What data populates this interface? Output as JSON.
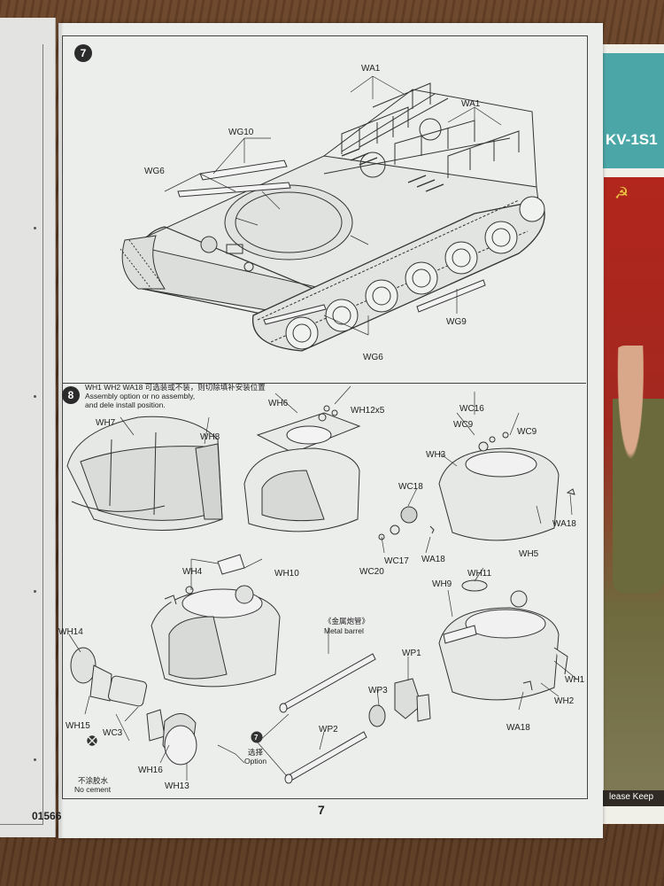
{
  "page": {
    "page_number": "7",
    "product_code": "01566"
  },
  "step7": {
    "number": "7",
    "labels": {
      "wa1_top": "WA1",
      "wa1_right": "WA1",
      "wg10": "WG10",
      "wg6_left": "WG6",
      "wg6_bottom": "WG6",
      "wg9": "WG9"
    }
  },
  "step8": {
    "number": "8",
    "note_cn": "WH1 WH2 WA18 可选装或不装，则切除填补安装位置",
    "note_en_1": "Assembly option or no assembly,",
    "note_en_2": "and dele install position.",
    "labels": {
      "wh7": "WH7",
      "wh8": "WH8",
      "wh6": "WH6",
      "wh12x5": "WH12x5",
      "wc16": "WC16",
      "wc9_a": "WC9",
      "wc9_b": "WC9",
      "wh3": "WH3",
      "wc18": "WC18",
      "wa18_a": "WA18",
      "wa18_b": "WA18",
      "wh5": "WH5",
      "wc17": "WC17",
      "wc20": "WC20",
      "wh4": "WH4",
      "wh10": "WH10",
      "wh14": "WH14",
      "wh15": "WH15",
      "wc3": "WC3",
      "wh16": "WH16",
      "wh13": "WH13",
      "metal_barrel_cn": "《金属炮管》",
      "metal_barrel_en": "Metal barrel",
      "wp2": "WP2",
      "option_cn": "选择",
      "option_en": "Option",
      "option_num": "7",
      "no_cement_cn": "不涂胶水",
      "no_cement_en": "No cement",
      "wh11": "WH11",
      "wh9": "WH9",
      "wp1": "WP1",
      "wp3": "WP3",
      "wh1": "WH1",
      "wh2": "WH2",
      "wa18_c": "WA18"
    }
  },
  "right_sheet": {
    "title_fragment": "KV-1S1",
    "footer_fragment": "lease Keep"
  },
  "colors": {
    "paper": "#eceeec",
    "ink": "#222222",
    "teal": "#4ba7a7",
    "cover_red": "#b2261d"
  }
}
